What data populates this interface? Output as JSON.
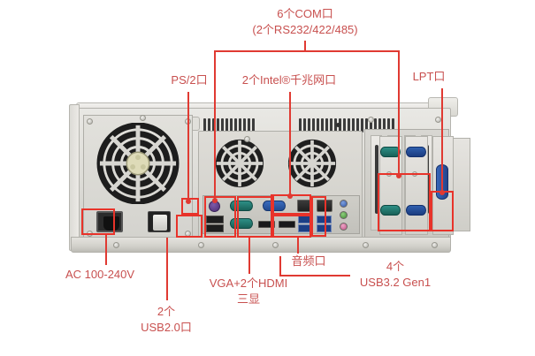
{
  "figure": {
    "title": "Industrial PC rear I/O port callout diagram",
    "accent_color": "#e03a32",
    "label_color": "#c8504f",
    "background": "#ffffff"
  },
  "annotations": [
    {
      "id": "com",
      "name": "com-ports",
      "line1": "6个COM口",
      "line2": "(2个RS232/422/485)"
    },
    {
      "id": "ps2",
      "name": "ps2-port",
      "line1": "PS/2口",
      "line2": ""
    },
    {
      "id": "lan",
      "name": "lan-ports",
      "line1": "2个Intel®千兆网口",
      "line2": ""
    },
    {
      "id": "lpt",
      "name": "lpt-port",
      "line1": "LPT口",
      "line2": ""
    },
    {
      "id": "ac",
      "name": "ac-input",
      "line1": "AC 100-240V",
      "line2": ""
    },
    {
      "id": "usb2",
      "name": "usb2-ports",
      "line1": "2个",
      "line2": "USB2.0口"
    },
    {
      "id": "video",
      "name": "video-ports",
      "line1": "VGA+2个HDMI",
      "line2": "三显"
    },
    {
      "id": "audio",
      "name": "audio-ports",
      "line1": "音频口",
      "line2": ""
    },
    {
      "id": "usb3",
      "name": "usb3-ports",
      "line1": "4个",
      "line2": "USB3.2 Gen1"
    }
  ],
  "labels": {
    "com_line1": "6个COM口",
    "com_line2": "(2个RS232/422/485)",
    "ps2": "PS/2口",
    "lan": "2个Intel®千兆网口",
    "lpt": "LPT口",
    "ac": "AC 100-240V",
    "usb2_line1": "2个",
    "usb2_line2": "USB2.0口",
    "video_line1": "VGA+2个HDMI",
    "video_line2": "三显",
    "audio": "音频口",
    "usb3_line1": "4个",
    "usb3_line2": "USB3.2 Gen1"
  },
  "device": {
    "type": "4U rackmount industrial computer rear panel",
    "chassis_color": "#dcdbd6",
    "components": {
      "psu_fan": "power-supply-fan-grille",
      "ac_inlet": "iec-c14-ac-inlet",
      "power_switch": "rocker-power-switch",
      "cpu_fan": "cpu-exhaust-fan-grille",
      "expansion_slots": 4,
      "com_card_db9": 4,
      "lpt_card_db25": 1
    },
    "io_panel": {
      "ps2_combo": 1,
      "usb2": 2,
      "com_onboard_db9": 2,
      "vga": 1,
      "hdmi": 2,
      "rj45_lan": 2,
      "usb3": 4,
      "audio_jacks": 3,
      "audio_colors": [
        "#4a74c8",
        "#5aa44a",
        "#d46aa0"
      ]
    }
  }
}
